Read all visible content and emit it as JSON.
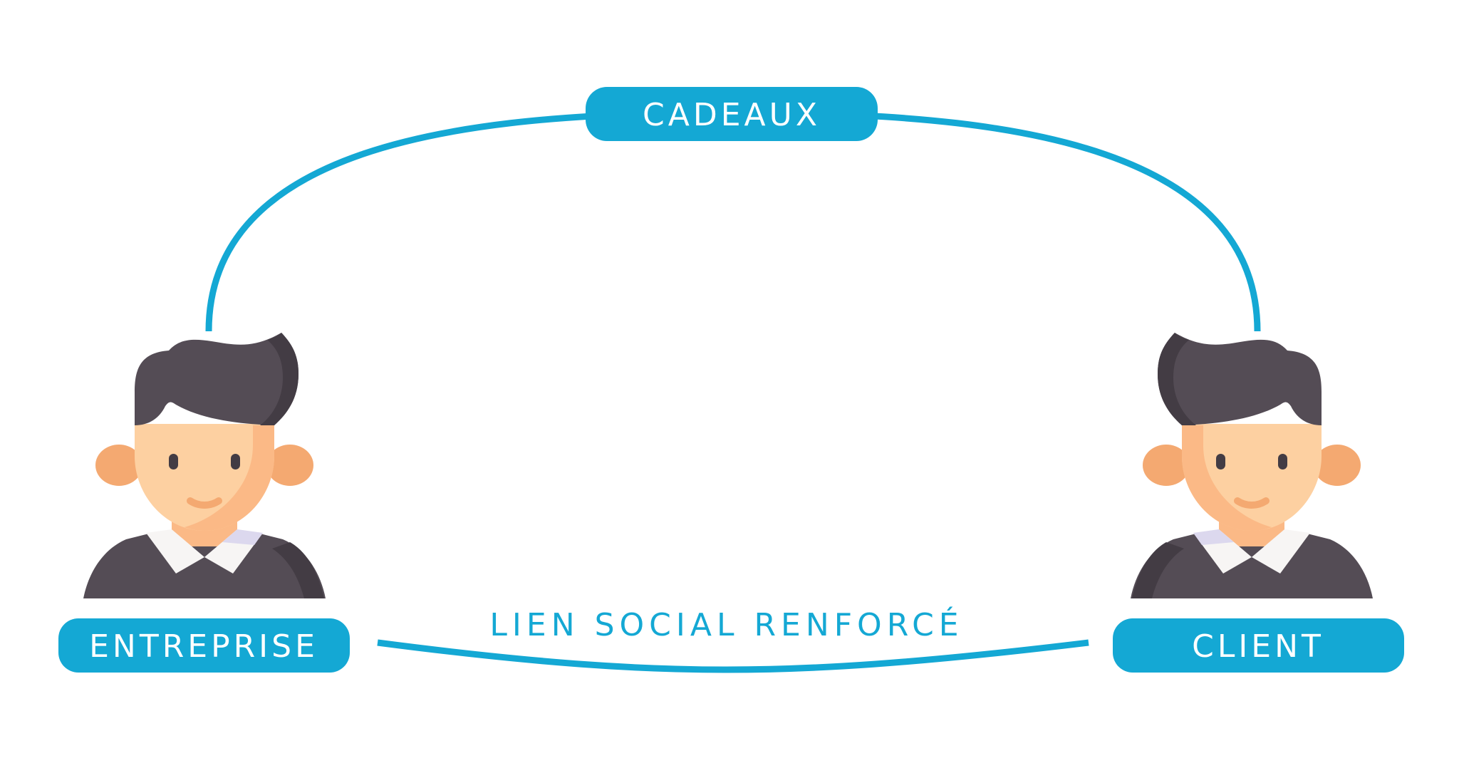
{
  "colors": {
    "accent": "#14a8d4",
    "background": "#ffffff",
    "hair": "#544c55",
    "hair_shadow": "#433c44",
    "skin": "#fdd0a1",
    "skin_shadow": "#fbb986",
    "ear": "#f4a971",
    "suit": "#544c55",
    "collar": "#f7f5f4",
    "collar_shadow": "#dcd8ee"
  },
  "diagram": {
    "top_label": "CADEAUX",
    "bottom_label": "LIEN SOCIAL RENFORCÉ",
    "left_label": "ENTREPRISE",
    "right_label": "CLIENT",
    "left_icon": "businessman-icon",
    "right_icon": "customer-icon"
  }
}
